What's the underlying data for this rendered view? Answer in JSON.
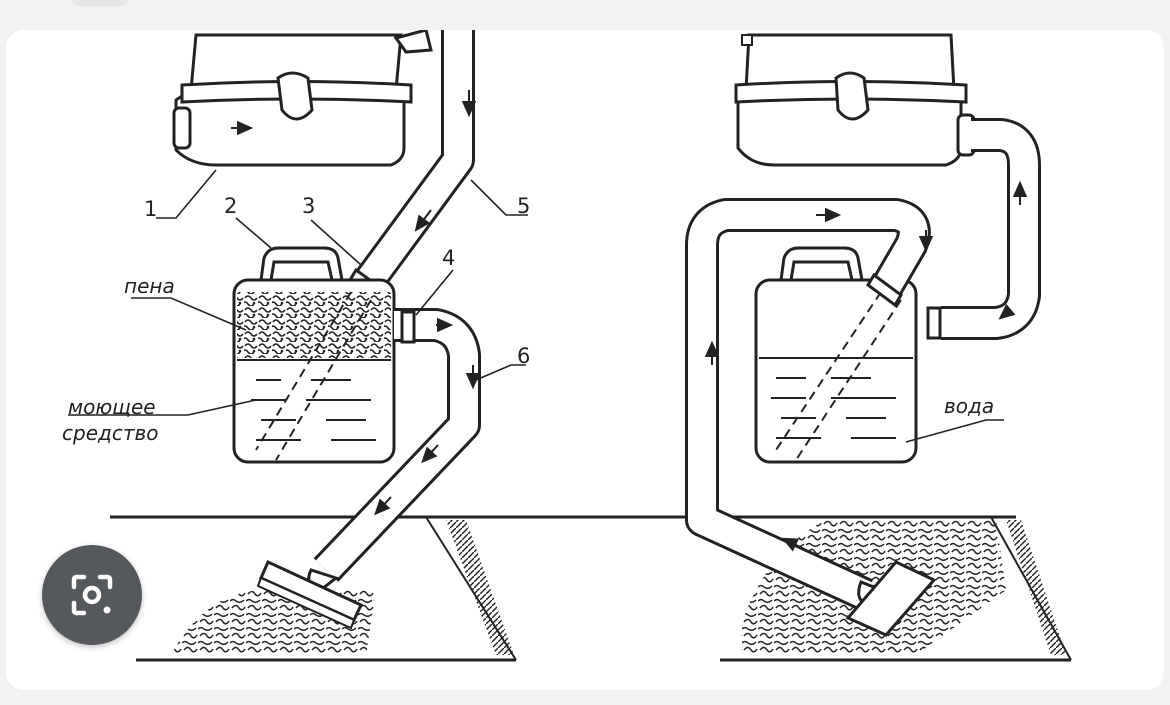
{
  "labels": {
    "n1": "1",
    "n2": "2",
    "n3": "3",
    "n4": "4",
    "n5": "5",
    "n6": "6",
    "foam": "пена",
    "detergent_line1": "моющее",
    "detergent_line2": "средство",
    "water": "вода"
  },
  "icons": {
    "lens": "camera-lens-search-icon"
  },
  "colors": {
    "ink": "#222222",
    "card": "#ffffff",
    "background": "#f2f2f2",
    "lens_button": "#55595d"
  }
}
